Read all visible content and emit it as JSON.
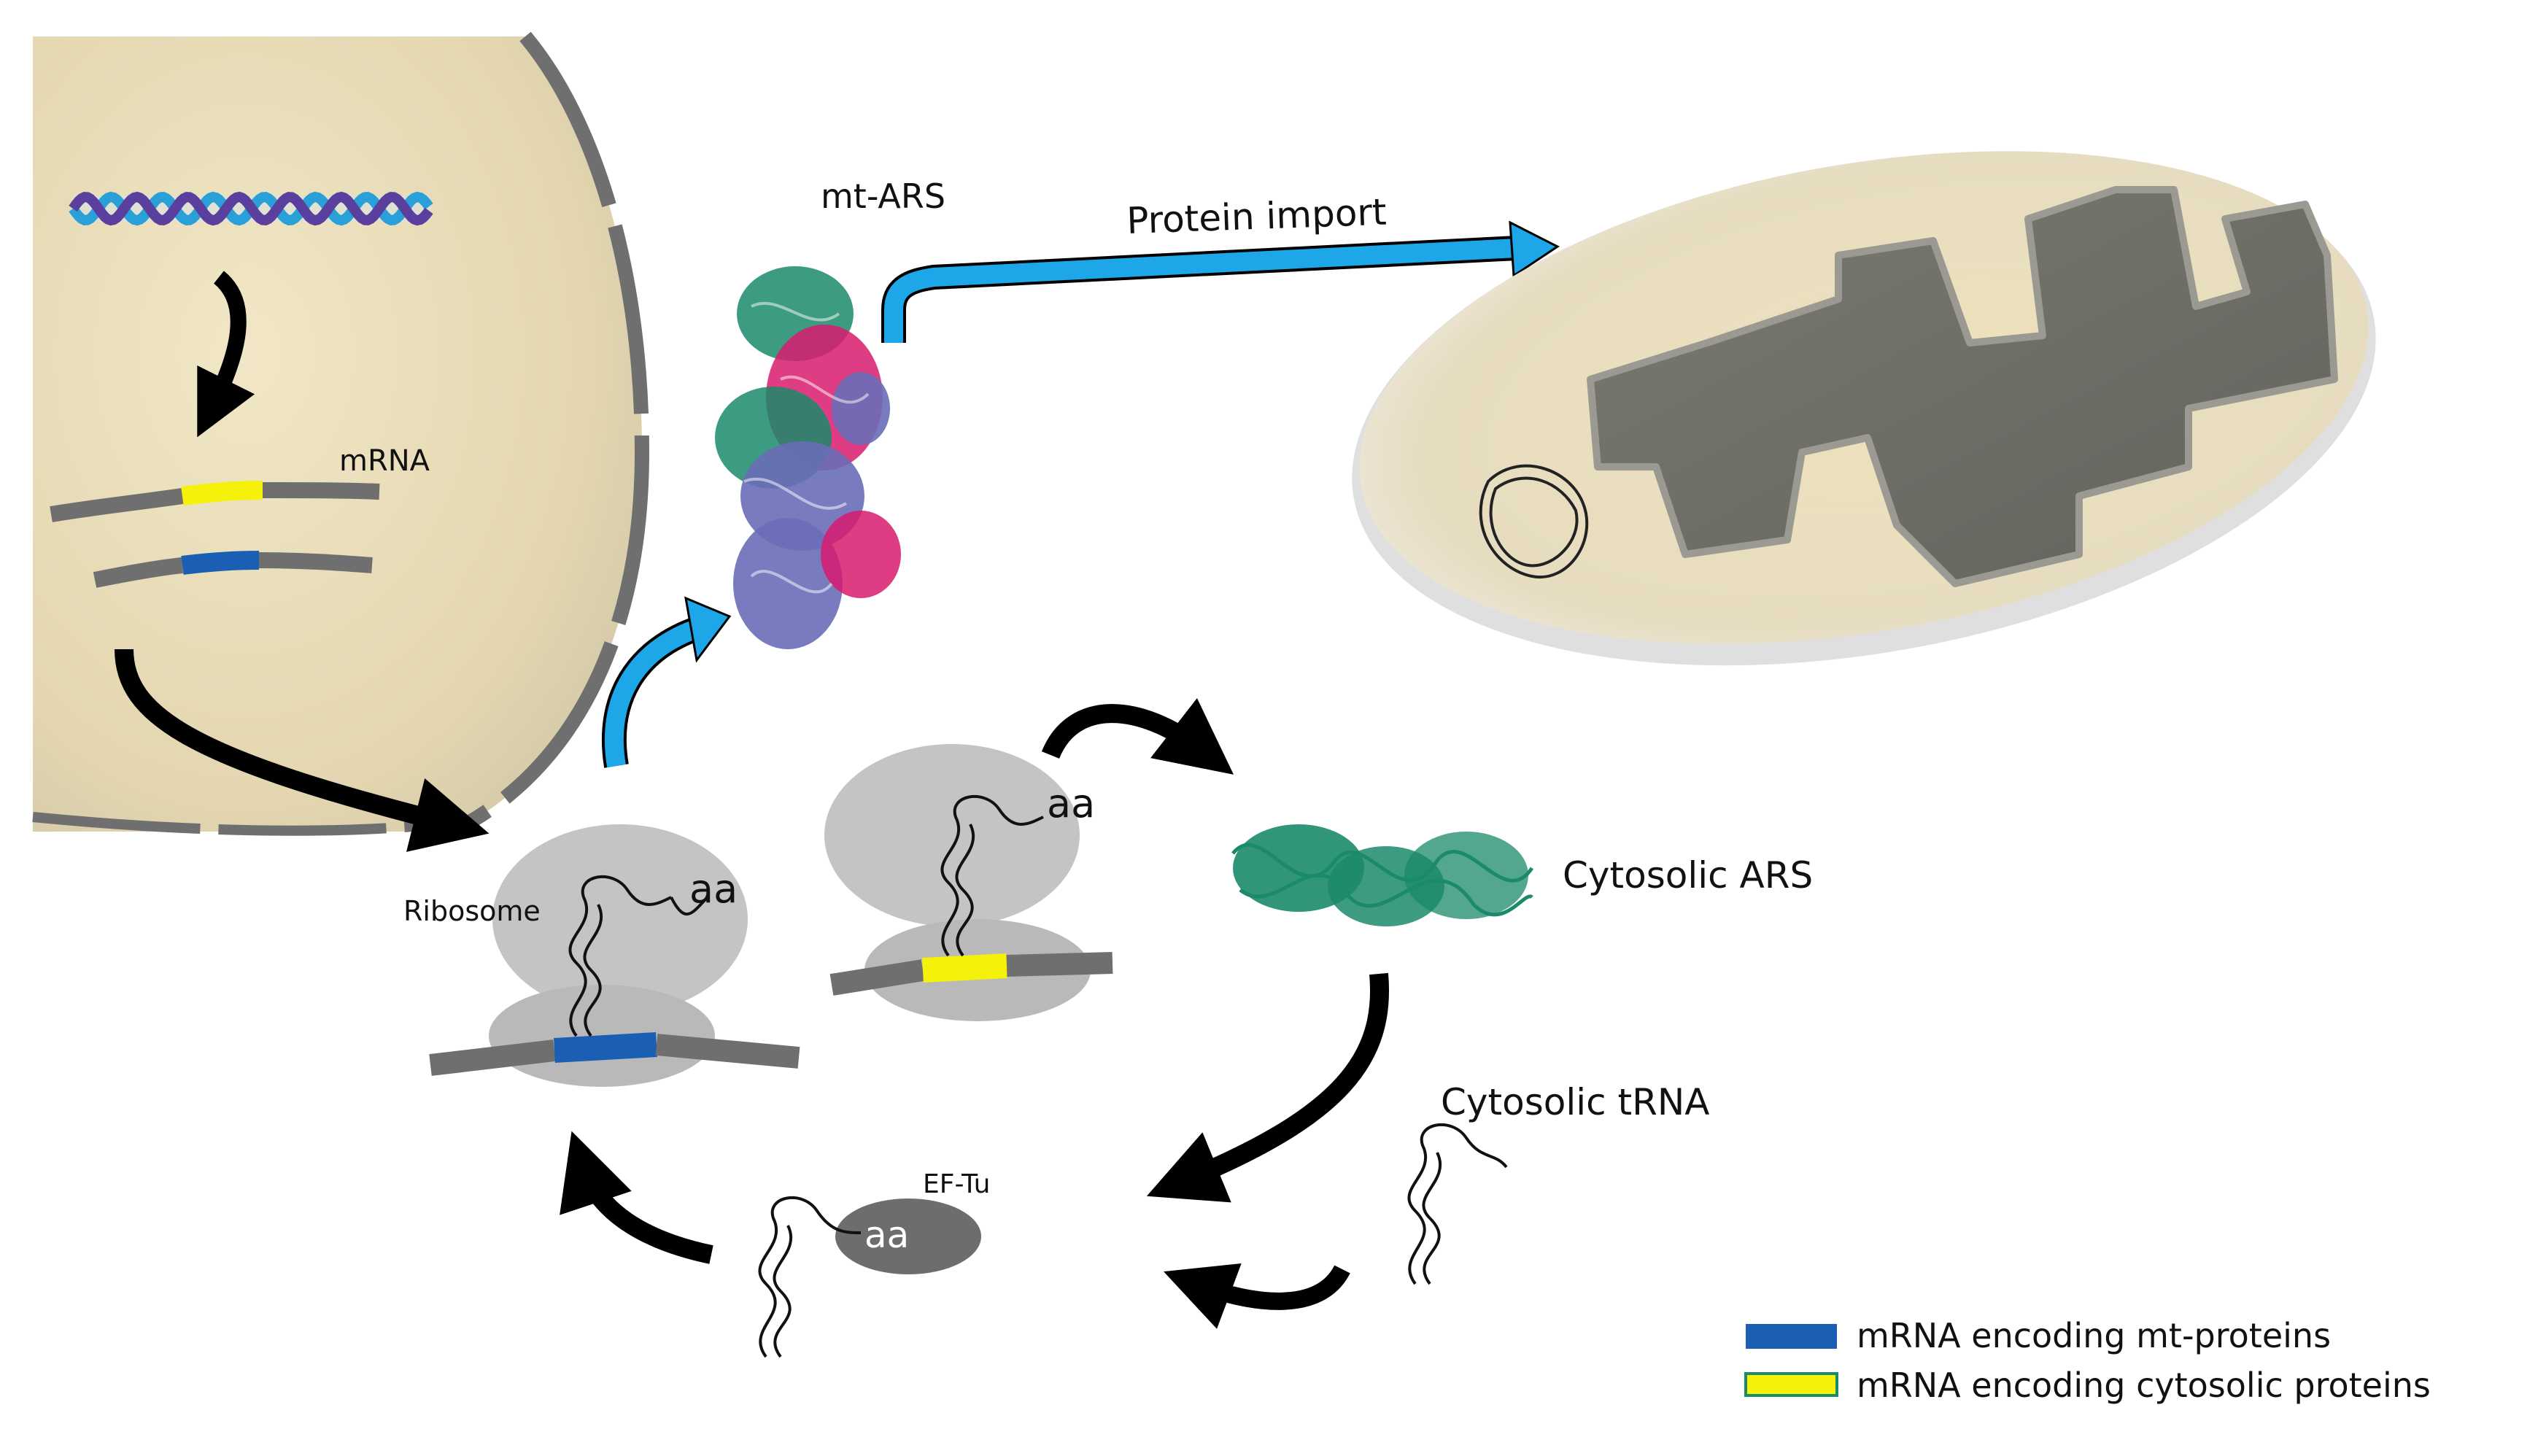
{
  "labels": {
    "mt_ars": "mt-ARS",
    "protein_import": "Protein import",
    "mrna": "mRNA",
    "ribosome": "Ribosome",
    "aa": "aa",
    "cytosolic_ars": "Cytosolic ARS",
    "cytosolic_trna": "Cytosolic tRNA",
    "ef_tu": "EF-Tu"
  },
  "legend": [
    {
      "label": "mRNA encoding mt-proteins",
      "color": "#1a5fb4"
    },
    {
      "label": "mRNA encoding cytosolic proteins",
      "color": "#f5f10a"
    }
  ],
  "colors": {
    "nucleus_fill": "#e8dcb8",
    "mito_fill": "#ede2bf",
    "mrna_gray": "#6f6f6f",
    "mrna_blue": "#1a5fb4",
    "mrna_yellow": "#f5f10a",
    "import_arrow": "#1da7e8",
    "ribosome_gray": "#bdbdbd",
    "eftu_gray": "#6d6d6d",
    "protein_green": "#1a8a6a",
    "protein_pink": "#d81b6e",
    "protein_purple": "#6a6db8"
  }
}
